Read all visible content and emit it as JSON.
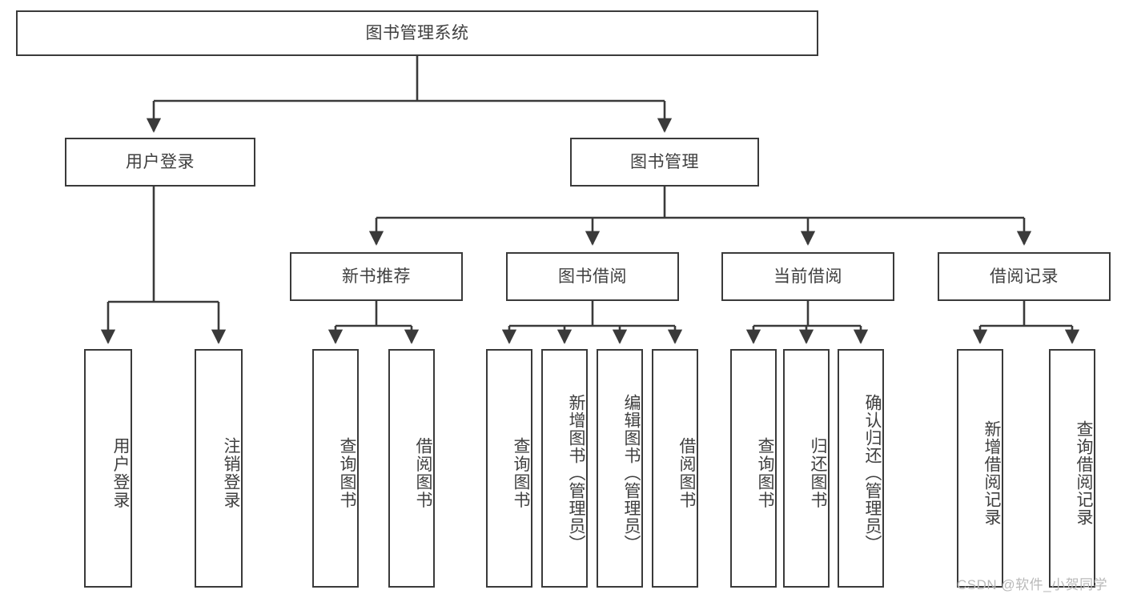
{
  "diagram": {
    "title": "图书管理系统",
    "watermark": "CSDN @软件_小贺同学",
    "stroke_color": "#3a3a3a",
    "text_color": "#3f3f3f",
    "background_color": "#ffffff",
    "nodes": {
      "root": {
        "label": "图书管理系统"
      },
      "level2": [
        {
          "id": "user-login",
          "label": "用户登录"
        },
        {
          "id": "book-manage",
          "label": "图书管理"
        }
      ],
      "level3": [
        {
          "id": "new-book-recommend",
          "label": "新书推荐"
        },
        {
          "id": "book-borrow",
          "label": "图书借阅"
        },
        {
          "id": "current-borrow",
          "label": "当前借阅"
        },
        {
          "id": "borrow-record",
          "label": "借阅记录"
        }
      ],
      "leaves": {
        "user-login": [
          {
            "id": "leaf-user-login",
            "label": "用户登录"
          },
          {
            "id": "leaf-logout-login",
            "label": "注销登录"
          }
        ],
        "new-book-recommend": [
          {
            "id": "leaf-query-book-1",
            "label": "查询图书"
          },
          {
            "id": "leaf-borrow-book-1",
            "label": "借阅图书"
          }
        ],
        "book-borrow": [
          {
            "id": "leaf-query-book-2",
            "label": "查询图书"
          },
          {
            "id": "leaf-add-book",
            "label": "新增图书（管理员）"
          },
          {
            "id": "leaf-edit-book",
            "label": "编辑图书（管理员）"
          },
          {
            "id": "leaf-borrow-book-2",
            "label": "借阅图书"
          }
        ],
        "current-borrow": [
          {
            "id": "leaf-query-book-3",
            "label": "查询图书"
          },
          {
            "id": "leaf-return-book",
            "label": "归还图书"
          },
          {
            "id": "leaf-confirm-return",
            "label": "确认归还（管理员）"
          }
        ],
        "borrow-record": [
          {
            "id": "leaf-add-record",
            "label": "新增借阅记录"
          },
          {
            "id": "leaf-query-record",
            "label": "查询借阅记录"
          }
        ]
      }
    }
  }
}
